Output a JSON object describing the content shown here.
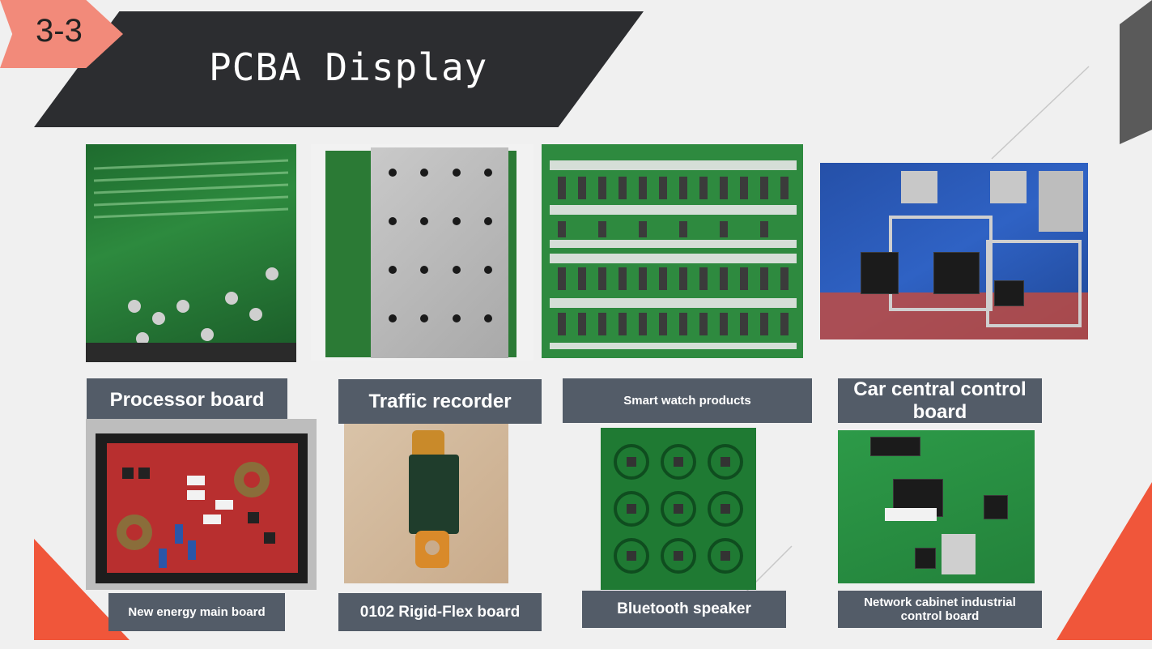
{
  "slide": {
    "section_tag": "3-3",
    "title": "PCBA Display"
  },
  "products": [
    {
      "label": "Processor board"
    },
    {
      "label": "Traffic recorder"
    },
    {
      "label": "Smart watch products"
    },
    {
      "label": "Car central control board"
    },
    {
      "label": "New energy main board"
    },
    {
      "label": "0102 Rigid-Flex board"
    },
    {
      "label": "Bluetooth speaker"
    },
    {
      "label": "Network cabinet industrial control board"
    }
  ],
  "colors": {
    "banner": "#2c2d30",
    "label_bg": "#535c68",
    "accent_red": "#f0563a",
    "tag_salmon": "#f28a7a"
  },
  "icons": [
    "pcb-photo"
  ]
}
